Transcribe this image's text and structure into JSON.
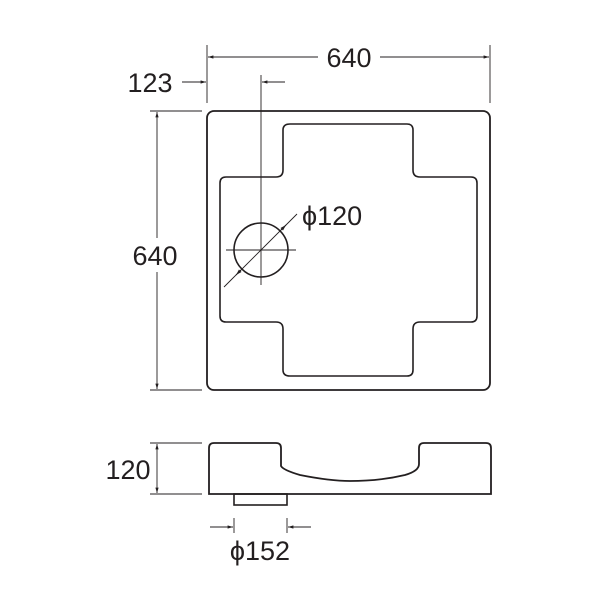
{
  "drawing": {
    "top_view": {
      "width_label": "640",
      "height_label": "640",
      "offset_label": "123",
      "hole_label": "ϕ120"
    },
    "side_view": {
      "height_label": "120",
      "foot_label": "ϕ152"
    },
    "colors": {
      "line": "#231f20",
      "background": "#ffffff"
    }
  }
}
